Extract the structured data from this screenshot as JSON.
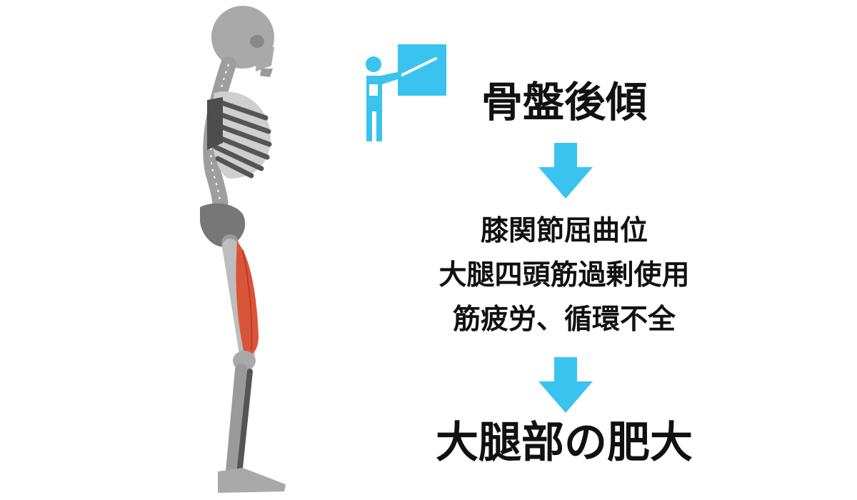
{
  "diagram": {
    "steps": {
      "top": "骨盤後傾",
      "middle": [
        "膝関節屈曲位",
        "大腿四頭筋過剰使用",
        "筋疲労、循環不全"
      ],
      "bottom": "大腿部の肥大"
    }
  },
  "colors": {
    "accent": "#3bc3ef",
    "text": "#111111",
    "bone": "#a9a9a9",
    "bone_dark": "#555555",
    "muscle": "#d9553a"
  },
  "icons": {
    "presenter": "presenter-icon",
    "arrow": "arrow-down-icon",
    "skeleton": "skeleton-illustration"
  }
}
